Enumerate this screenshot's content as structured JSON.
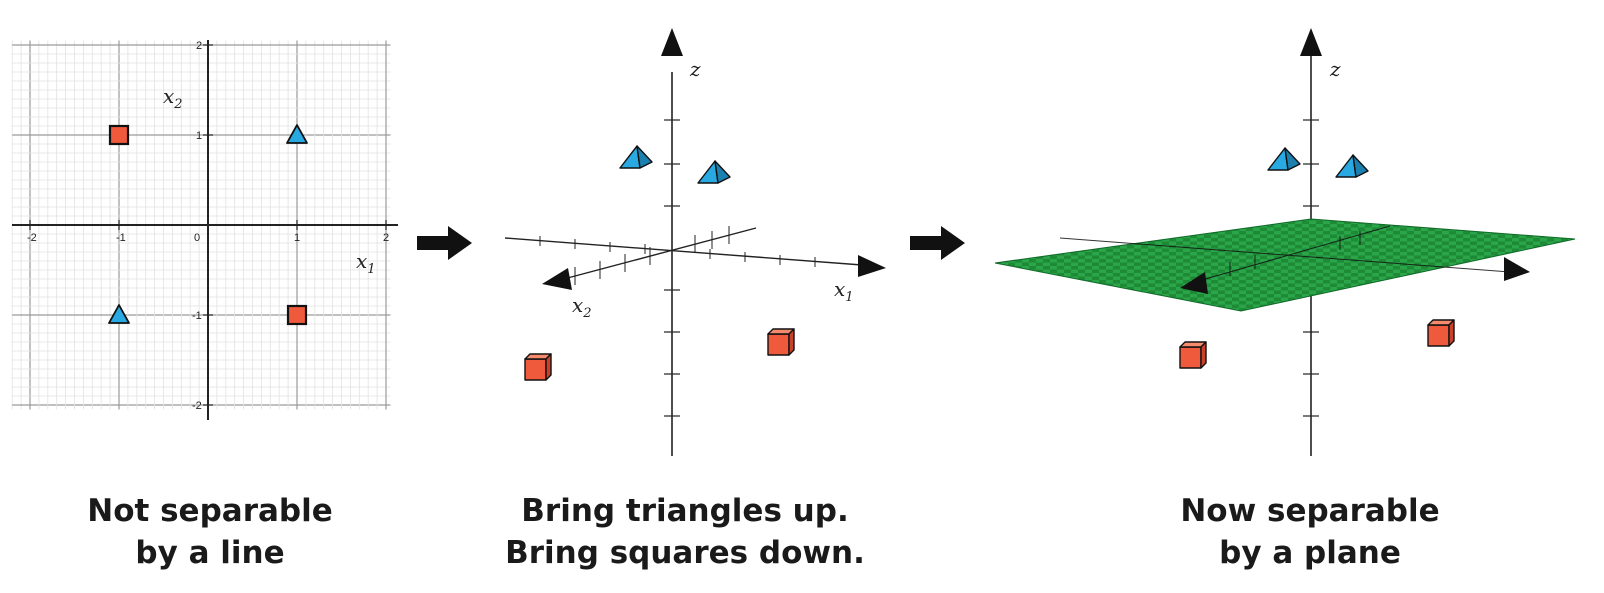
{
  "panel1": {
    "caption_lines": [
      "Not separable",
      "by a line"
    ],
    "axis_labels": {
      "x": "x",
      "x_sub": "1",
      "y": "x",
      "y_sub": "2"
    },
    "ticks": {
      "x": [
        "-2",
        "-1",
        "0",
        "1",
        "2"
      ],
      "y": [
        "2",
        "1",
        "-1",
        "-2"
      ]
    },
    "chart_data": {
      "type": "scatter",
      "xlim": [
        -2,
        2
      ],
      "ylim": [
        -2,
        2
      ],
      "grid": true,
      "series": [
        {
          "marker": "square",
          "color": "#f05a3c",
          "points": [
            [
              -1,
              1
            ],
            [
              1,
              -1
            ]
          ]
        },
        {
          "marker": "triangle",
          "color": "#29a9e1",
          "points": [
            [
              1,
              1
            ],
            [
              -1,
              -1
            ]
          ]
        }
      ]
    }
  },
  "panel2": {
    "caption_lines": [
      "Bring triangles up.",
      "Bring squares down."
    ],
    "axis_labels": {
      "z": "z",
      "x": "x",
      "x_sub": "1",
      "y": "x",
      "y_sub": "2"
    }
  },
  "panel3": {
    "caption_lines": [
      "Now separable",
      "by a plane"
    ],
    "axis_labels": {
      "z": "z"
    },
    "plane_color": "#1f8f3a"
  },
  "colors": {
    "square": "#f05a3c",
    "triangle": "#29a9e1",
    "arrow": "#111111"
  }
}
